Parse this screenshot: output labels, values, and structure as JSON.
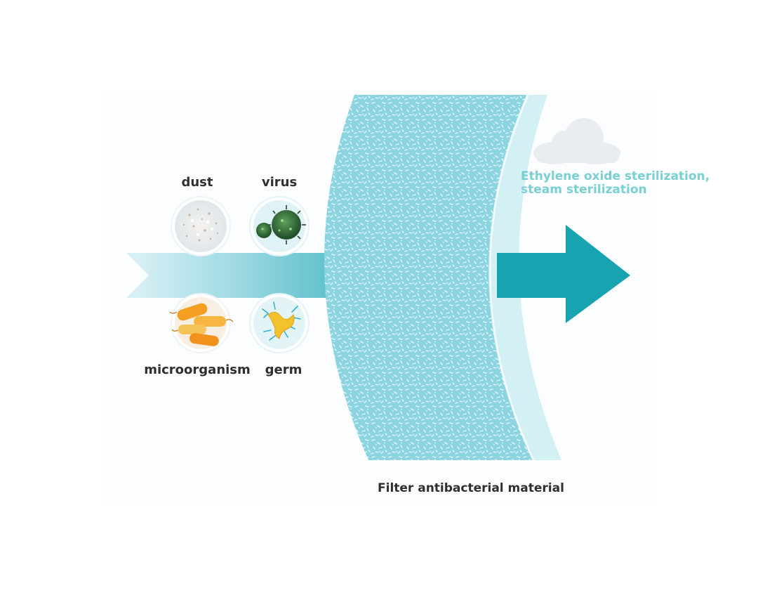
{
  "colors": {
    "filter": "#8fd6e3",
    "filter_speckle": "#e9f8fb",
    "filter_edge": "#cdeef3",
    "arrow_dark": "#1ba8b4",
    "arrow_light": "#d8f1f5",
    "note_text": "#79cfd3",
    "label_text": "#2f2f2f",
    "cloud": "#e8ecef",
    "microbe_orange": "#f4a12a",
    "virus_green": "#2e6a3a"
  },
  "particles": [
    {
      "label": "dust",
      "icon": "dust-icon"
    },
    {
      "label": "virus",
      "icon": "virus-icon"
    },
    {
      "label": "microorganism",
      "icon": "microorganism-icon"
    },
    {
      "label": "germ",
      "icon": "germ-icon"
    }
  ],
  "filter": {
    "caption": "Filter antibacterial material",
    "icon": "filter-membrane"
  },
  "sterilization": {
    "line1": "Ethylene oxide sterilization,",
    "line2": "steam sterilization",
    "icon": "cloud-icon"
  }
}
